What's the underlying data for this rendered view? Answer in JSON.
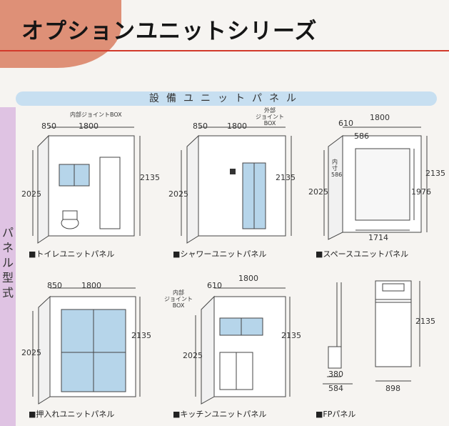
{
  "header": {
    "title": "オプションユニットシリーズ"
  },
  "section": {
    "label": "設備ユニットパネル"
  },
  "side": {
    "label": "パネル型式"
  },
  "colors": {
    "accent_blob": "#dc8a70",
    "rule": "#d23a2b",
    "section_bar": "#c7dff1",
    "side_tab": "#dfc3e3",
    "glass": "#b6d5ea"
  },
  "panels": {
    "toilet": {
      "caption": "■トイレユニットパネル",
      "note": "内部ジョイントBOX",
      "dims": {
        "d1": "850",
        "d2": "1800",
        "h1": "2135",
        "h2": "2025"
      }
    },
    "shower": {
      "caption": "■シャワーユニットパネル",
      "note": "外部\nジョイント\nBOX",
      "dims": {
        "d1": "850",
        "d2": "1800",
        "h1": "2135",
        "h2": "2025"
      }
    },
    "space": {
      "caption": "■スペースユニットパネル",
      "note": "内寸586",
      "dims": {
        "d1": "610",
        "d2": "1800",
        "d3": "586",
        "h1": "2135",
        "h2": "2025",
        "h3": "1976",
        "w1": "1714"
      }
    },
    "closet": {
      "caption": "■押入れユニットパネル",
      "dims": {
        "d1": "850",
        "d2": "1800",
        "h1": "2135",
        "h2": "2025"
      }
    },
    "kitchen": {
      "caption": "■キッチンユニットパネル",
      "note": "内部\nジョイント\nBOX",
      "dims": {
        "d1": "610",
        "d2": "1800",
        "h1": "2135",
        "h2": "2025"
      }
    },
    "fp": {
      "caption": "■FPパネル",
      "dims": {
        "h1": "2135",
        "w1": "380",
        "w2": "584",
        "w3": "898"
      }
    }
  }
}
